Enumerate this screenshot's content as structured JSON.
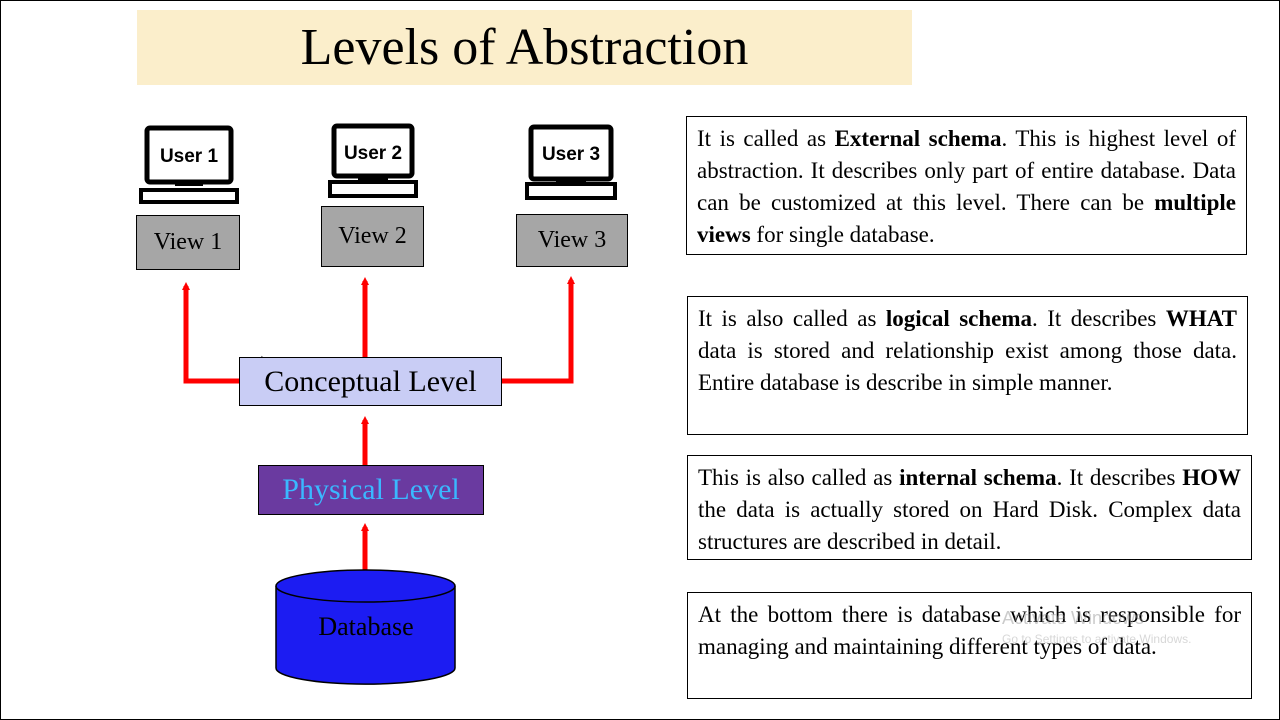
{
  "title": "Levels of Abstraction",
  "users": [
    {
      "label": "User 1",
      "view": "View 1"
    },
    {
      "label": "User 2",
      "view": "View 2"
    },
    {
      "label": "User 3",
      "view": "View 3"
    }
  ],
  "conceptual_label": "Conceptual Level",
  "physical_label": "Physical Level",
  "database_label": "Database",
  "descriptions": {
    "external": {
      "t1": "It is called as ",
      "b1": "External schema",
      "t2": ". This is highest level of abstraction. It describes only part of entire database. Data can be customized at this level. There can be ",
      "b2": "multiple views",
      "t3": " for single database."
    },
    "logical": {
      "t1": "It is also called as ",
      "b1": "logical schema",
      "t2": ". It describes ",
      "b2": "WHAT",
      "t3": " data is stored and relationship exist among those data. Entire database is describe in simple manner."
    },
    "internal": {
      "t1": "This is also called as ",
      "b1": "internal schema",
      "t2": ". It describes ",
      "b2": "HOW",
      "t3": " the data is actually stored on Hard Disk. Complex data structures are described in detail."
    },
    "database": {
      "t1": "At the bottom there is database which is responsible for managing and maintaining different types of data."
    }
  },
  "watermark": {
    "line1": "Activate Windows",
    "line2": "Go to Settings to activate Windows."
  },
  "colors": {
    "title_bg": "#fbeecb",
    "arrow": "#ff0000",
    "view_box": "#a6a6a6",
    "conceptual_box": "#c9cdf5",
    "physical_box": "#6a3aa0",
    "physical_text": "#3ab8ff",
    "database": "#1c1cf2"
  }
}
